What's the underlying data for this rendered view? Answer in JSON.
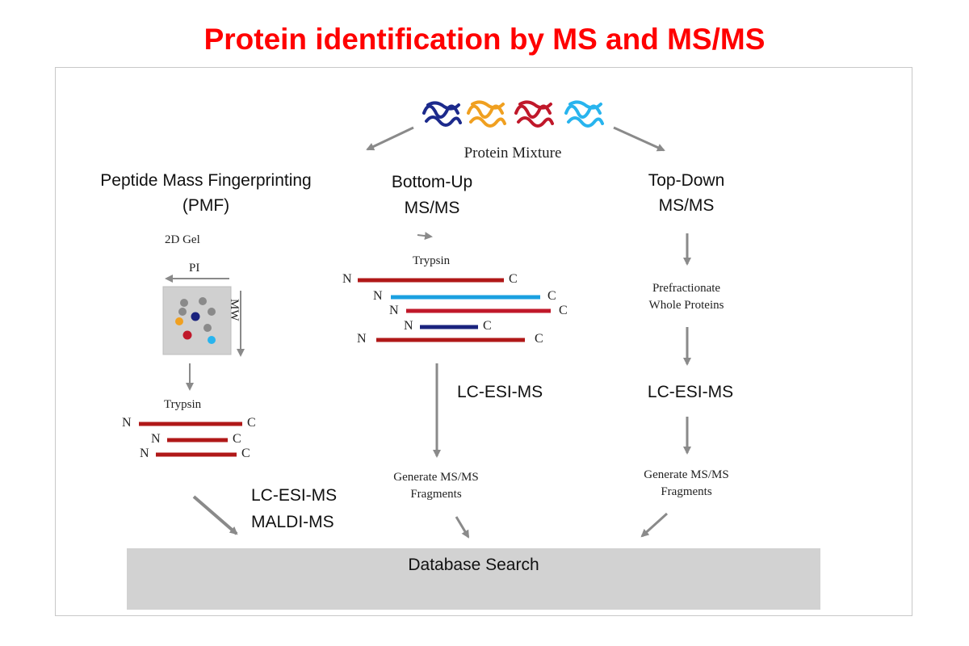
{
  "title": "Protein identification by MS and MS/MS",
  "protein_mixture": "Protein Mixture",
  "pmf": {
    "heading_line1": "Peptide Mass Fingerprinting",
    "heading_line2": "(PMF)",
    "gel_label": "2D Gel",
    "pi_label": "PI",
    "mw_label": "MW",
    "trypsin": "Trypsin",
    "method_line1": "LC-ESI-MS",
    "method_line2": "MALDI-MS"
  },
  "bottom_up": {
    "heading_line1": "Bottom-Up",
    "heading_line2": "MS/MS",
    "trypsin": "Trypsin",
    "method": "LC-ESI-MS",
    "fragments_line1": "Generate MS/MS",
    "fragments_line2": "Fragments"
  },
  "top_down": {
    "heading_line1": "Top-Down",
    "heading_line2": "MS/MS",
    "prefractionate_line1": "Prefractionate",
    "prefractionate_line2": "Whole Proteins",
    "method": "LC-ESI-MS",
    "fragments_line1": "Generate MS/MS",
    "fragments_line2": "Fragments"
  },
  "terminals": {
    "n": "N",
    "c": "C"
  },
  "database_search": "Database Search",
  "colors": {
    "title": "#ff0000",
    "peptide_red": "#b01818",
    "peptide_blue": "#1aa0e0",
    "peptide_navy": "#1a237e",
    "arrow_gray": "#8a8a8a",
    "db_box": "#d2d2d2",
    "protein_navy": "#1c2a8c",
    "protein_orange": "#f0a020",
    "protein_red": "#c0182a",
    "protein_cyan": "#28b4ee"
  }
}
